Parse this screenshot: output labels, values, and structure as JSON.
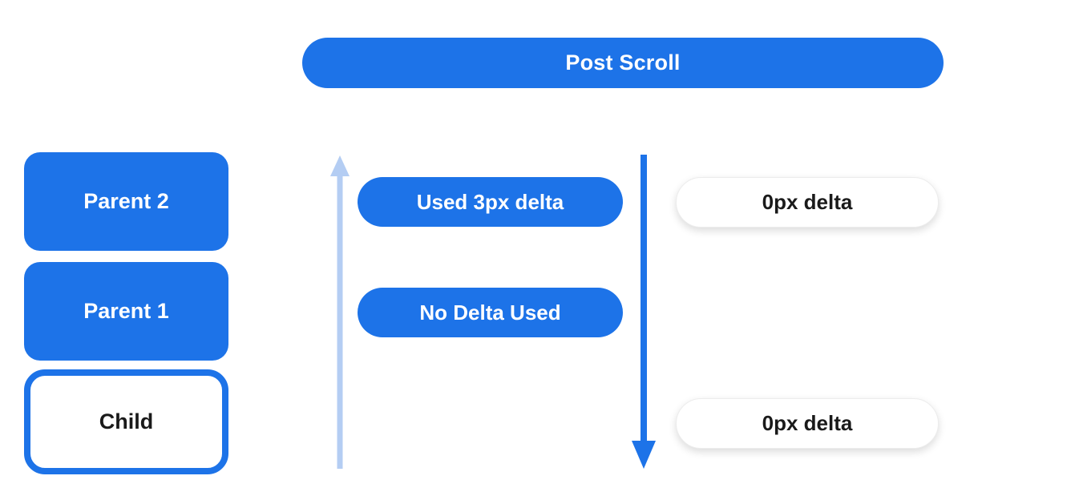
{
  "header": {
    "label": "Post Scroll"
  },
  "left_column": {
    "boxes": [
      {
        "label": "Parent 2",
        "style": "filled"
      },
      {
        "label": "Parent 1",
        "style": "filled"
      },
      {
        "label": "Child",
        "style": "outlined"
      }
    ]
  },
  "middle_column": {
    "up_arrow": "upward-scroll-arrow",
    "down_arrow": "downward-scroll-arrow",
    "pills": [
      {
        "label": "Used 3px delta"
      },
      {
        "label": "No Delta Used"
      }
    ]
  },
  "right_column": {
    "pills": [
      {
        "label": "0px delta"
      },
      {
        "label": "0px delta"
      }
    ]
  },
  "colors": {
    "blue": "#1d73e8",
    "light_blue": "#b4cdf3",
    "text_dark": "#1a1a1a",
    "white": "#ffffff"
  }
}
